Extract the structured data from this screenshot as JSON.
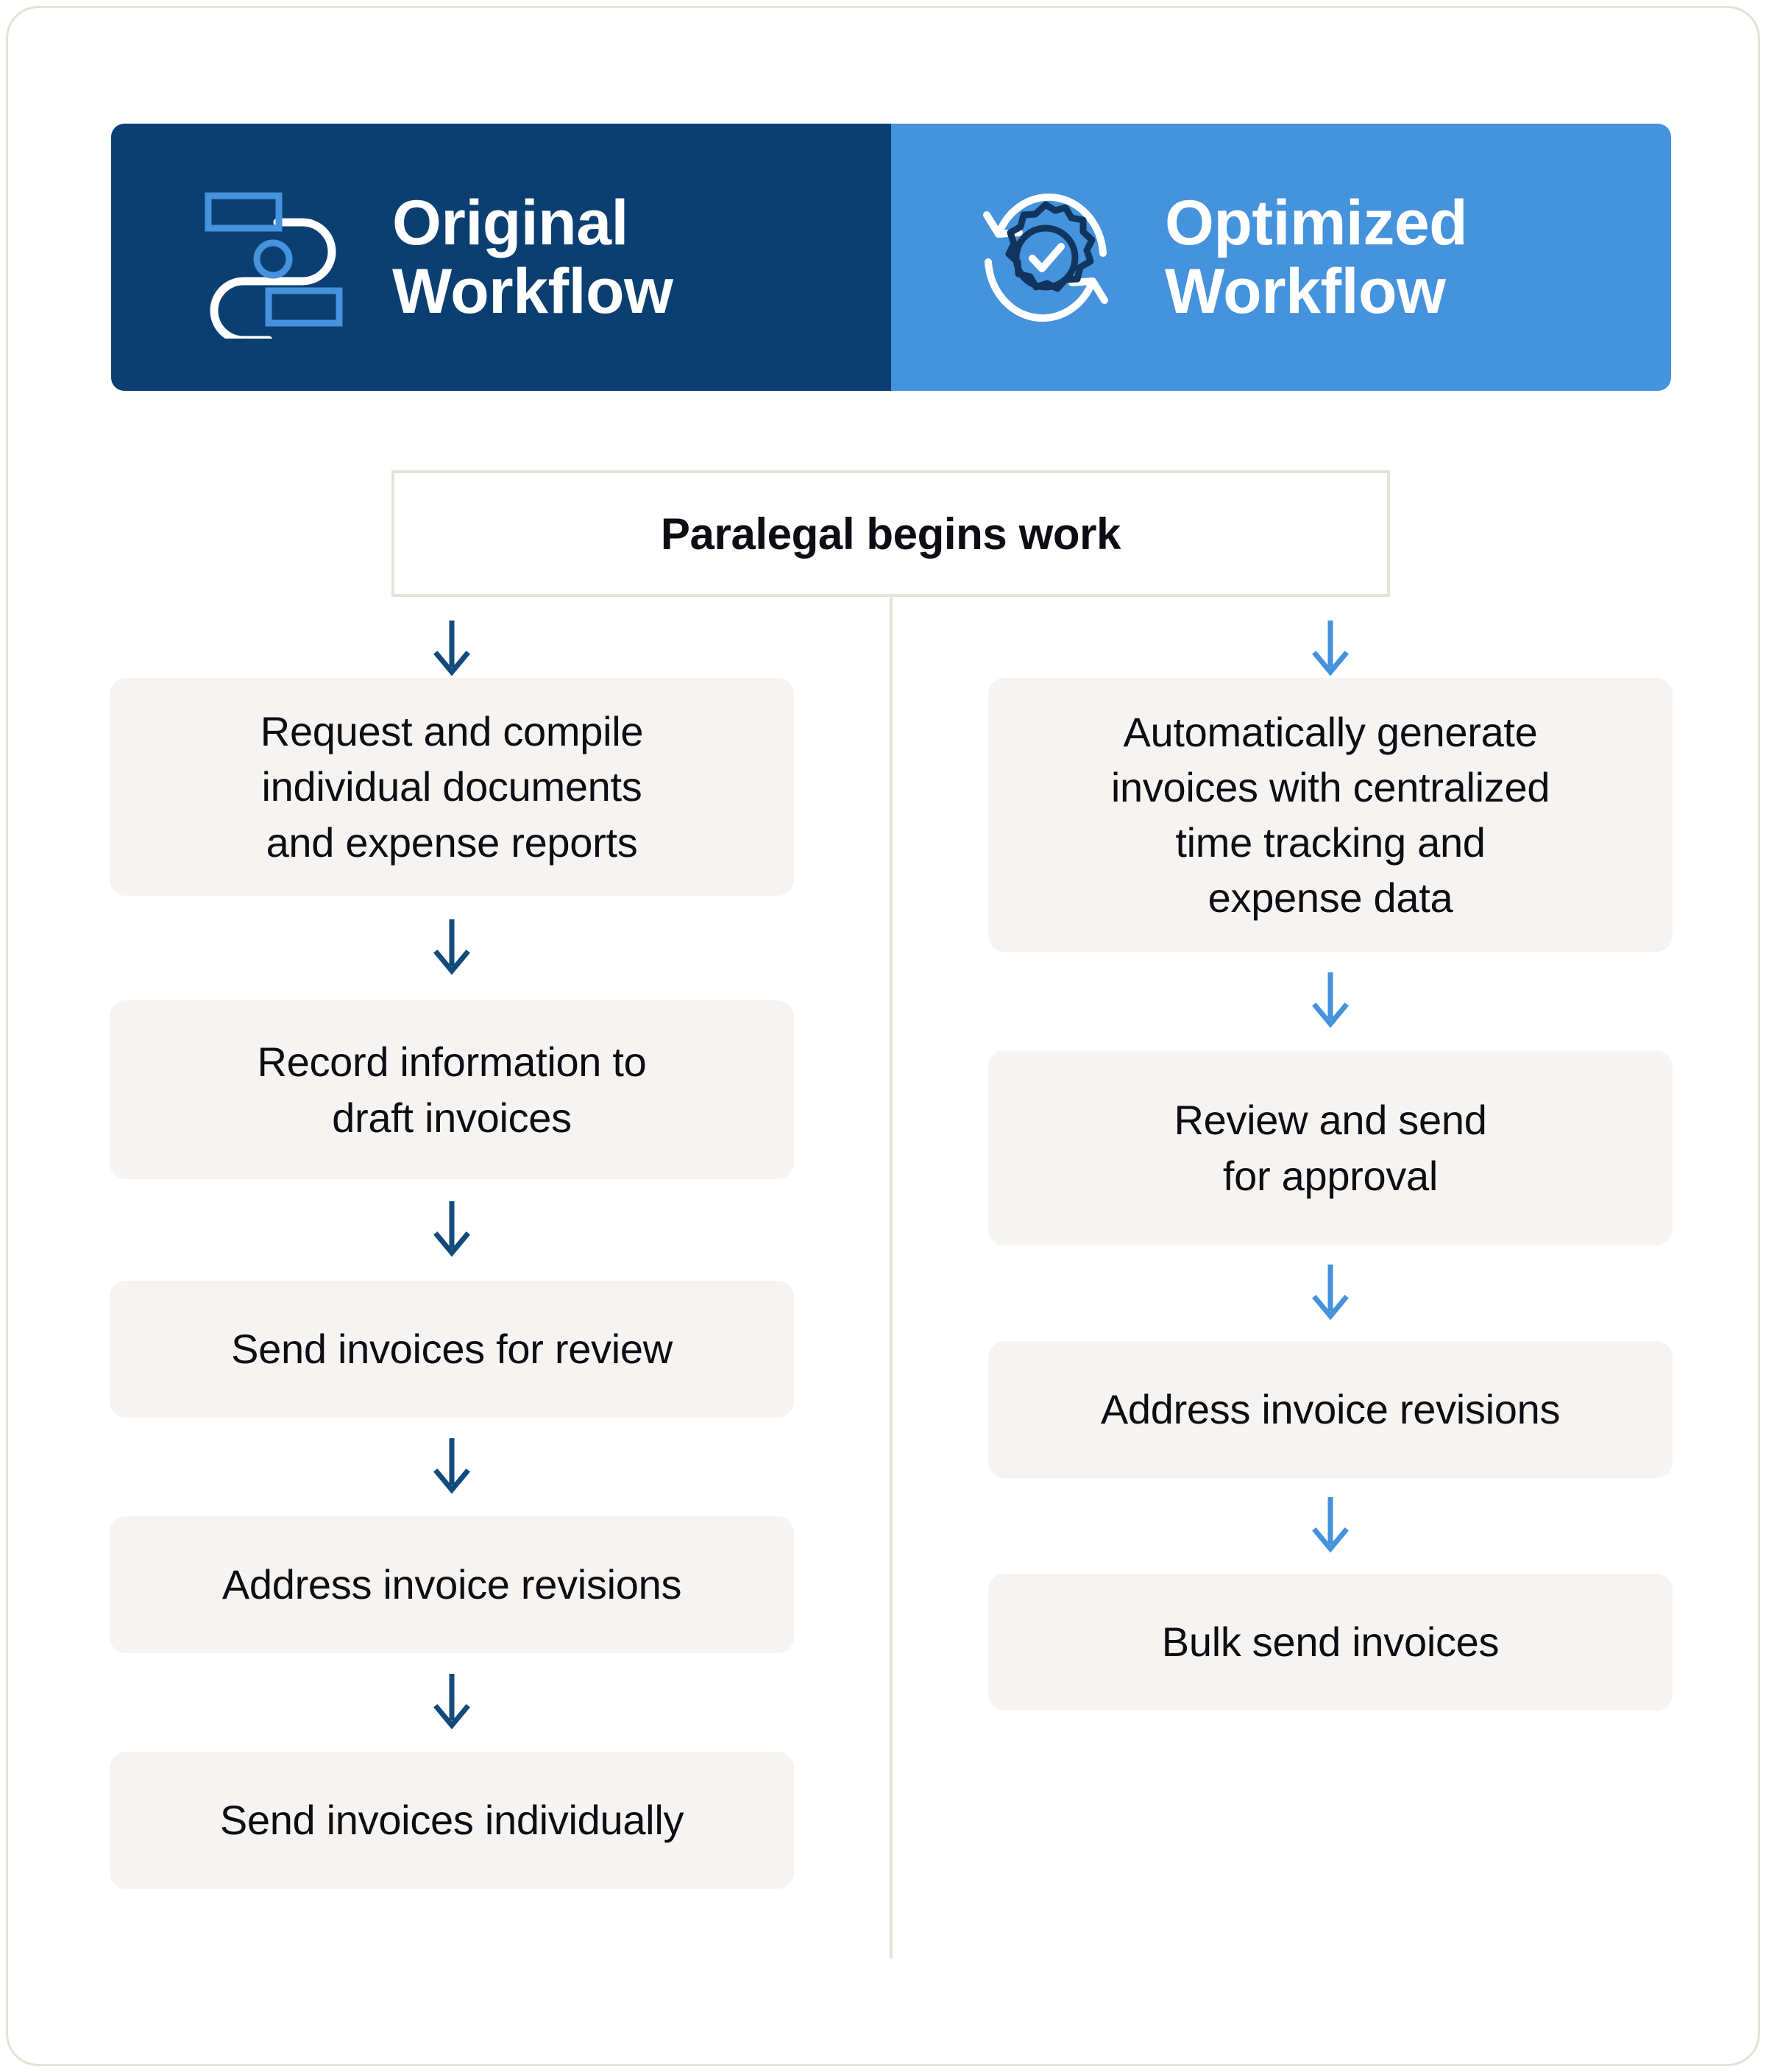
{
  "header": {
    "left": {
      "title": "Original\nWorkflow",
      "icon": "flowchart-icon",
      "bg": "#0b3f72",
      "text_color": "#ffffff"
    },
    "right": {
      "title": "Optimized\nWorkflow",
      "icon": "gear-refresh-check-icon",
      "bg": "#4592dd",
      "text_color": "#ffffff"
    }
  },
  "start": {
    "label": "Paralegal begins work"
  },
  "colors": {
    "navy": "#0b3f72",
    "blue": "#4592dd",
    "arrow_left": "#134a7c",
    "arrow_right": "#4592dd",
    "box_fill": "#f5f4f2",
    "border": "#e3e3da",
    "text": "#0d0d14"
  },
  "chart_data": {
    "type": "diagram",
    "title": "Paralegal begins work",
    "columns": [
      {
        "name": "Original Workflow",
        "accent": "#0b3f72",
        "arrow_color": "#134a7c",
        "steps": [
          "Request and compile\nindividual documents\nand expense reports",
          "Record information to\ndraft invoices",
          "Send invoices for review",
          "Address invoice revisions",
          "Send invoices individually"
        ]
      },
      {
        "name": "Optimized Workflow",
        "accent": "#4592dd",
        "arrow_color": "#4592dd",
        "steps": [
          "Automatically generate\ninvoices with centralized\ntime tracking and\nexpense data",
          "Review and send\nfor approval",
          "Address invoice revisions",
          "Bulk send invoices"
        ]
      }
    ]
  },
  "left_column": {
    "steps": [
      {
        "label": "Request and compile\nindividual documents\nand expense reports"
      },
      {
        "label": "Record information to\ndraft invoices"
      },
      {
        "label": "Send invoices for review"
      },
      {
        "label": "Address invoice revisions"
      },
      {
        "label": "Send invoices individually"
      }
    ]
  },
  "right_column": {
    "steps": [
      {
        "label": "Automatically generate\ninvoices with centralized\ntime tracking and\nexpense data"
      },
      {
        "label": "Review and send\nfor approval"
      },
      {
        "label": "Address invoice revisions"
      },
      {
        "label": "Bulk send invoices"
      }
    ]
  }
}
